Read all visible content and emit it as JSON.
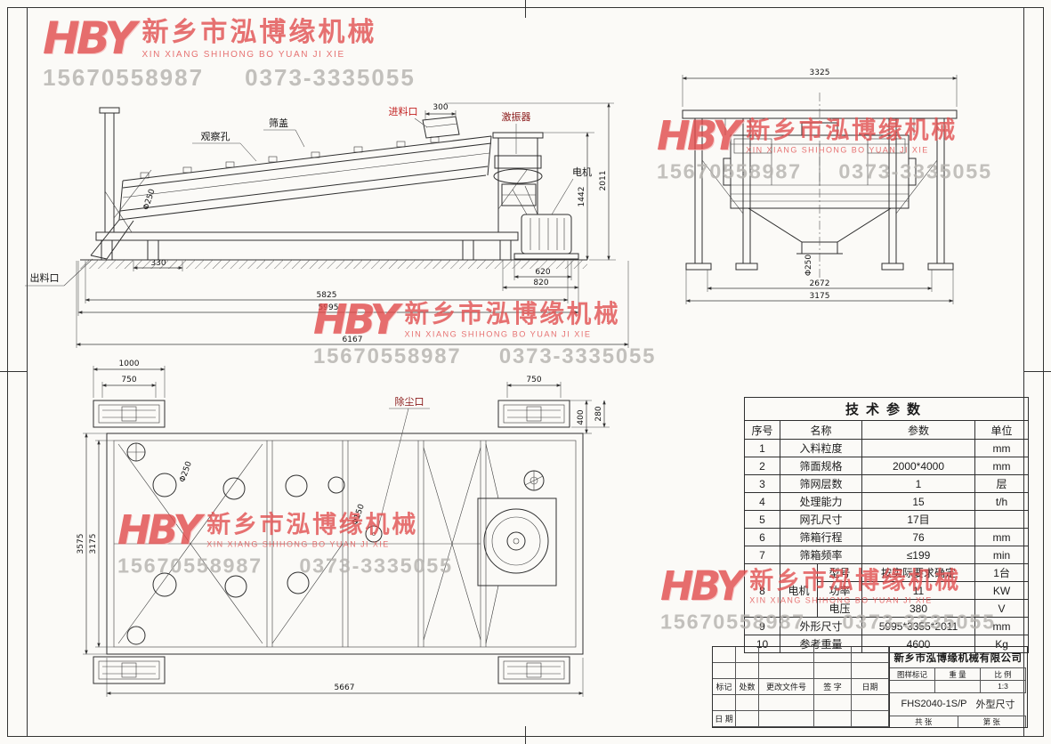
{
  "watermark": {
    "logo": "HBY",
    "company_cn": "新乡市泓博缘机械",
    "company_en": "XIN XIANG SHIHONG BO YUAN JI XIE",
    "phone1": "15670558987",
    "phone2": "0373-3335055"
  },
  "side_view": {
    "labels": {
      "inspect": "观察孔",
      "cover": "筛盖",
      "inlet": "进料口",
      "exciter": "激振器",
      "motor": "电机",
      "outlet": "出料口"
    },
    "dims": {
      "d300": "300",
      "d330": "330",
      "d620": "620",
      "d820": "820",
      "d5825": "5825",
      "d5995": "5995",
      "d6167": "6167",
      "d1442": "1442",
      "d2011": "2011",
      "phi250": "Φ250"
    }
  },
  "end_view": {
    "dims": {
      "d3325": "3325",
      "d2672": "2672",
      "d3175": "3175",
      "phi250": "Φ250"
    }
  },
  "plan_view": {
    "labels": {
      "dust": "除尘口"
    },
    "dims": {
      "d1000": "1000",
      "d750a": "750",
      "d750b": "750",
      "d400": "400",
      "d280": "280",
      "d3575": "3575",
      "d3175": "3175",
      "d5667": "5667",
      "phi250": "Φ250",
      "phi150": "Φ150"
    }
  },
  "params_table": {
    "title": "技术参数",
    "headers": [
      "序号",
      "名称",
      "参数",
      "单位"
    ],
    "rows": [
      {
        "no": "1",
        "name": "入料粒度",
        "value": "",
        "unit": "mm"
      },
      {
        "no": "2",
        "name": "筛面规格",
        "value": "2000*4000",
        "unit": "mm"
      },
      {
        "no": "3",
        "name": "筛网层数",
        "value": "1",
        "unit": "层"
      },
      {
        "no": "4",
        "name": "处理能力",
        "value": "15",
        "unit": "t/h"
      },
      {
        "no": "5",
        "name": "网孔尺寸",
        "value": "17目",
        "unit": ""
      },
      {
        "no": "6",
        "name": "筛箱行程",
        "value": "76",
        "unit": "mm"
      },
      {
        "no": "7",
        "name": "筛箱频率",
        "value": "≤199",
        "unit": "min"
      }
    ],
    "motor": {
      "no": "8",
      "name": "电机",
      "sub": [
        {
          "label": "型号",
          "value": "按实际要求确定",
          "unit": "1台"
        },
        {
          "label": "功率",
          "value": "11",
          "unit": "KW"
        },
        {
          "label": "电压",
          "value": "380",
          "unit": "V"
        }
      ]
    },
    "rows2": [
      {
        "no": "9",
        "name": "外形尺寸",
        "value": "5995*3355*2011",
        "unit": "mm"
      },
      {
        "no": "10",
        "name": "参考重量",
        "value": "4600",
        "unit": "Kg"
      }
    ]
  },
  "title_block": {
    "company": "新乡市泓博缘机械有限公司",
    "model": "FHS2040-1S/P",
    "drawing_title": "外型尺寸",
    "rev": [
      "标记",
      "处数",
      "更改文件号",
      "签 字",
      "日期"
    ],
    "date_label": "日 期",
    "stamp_labels": [
      "图样标记",
      "重 量",
      "比 例"
    ],
    "scale_value": "1:3",
    "sheets": [
      "共 张",
      "第 张"
    ]
  }
}
